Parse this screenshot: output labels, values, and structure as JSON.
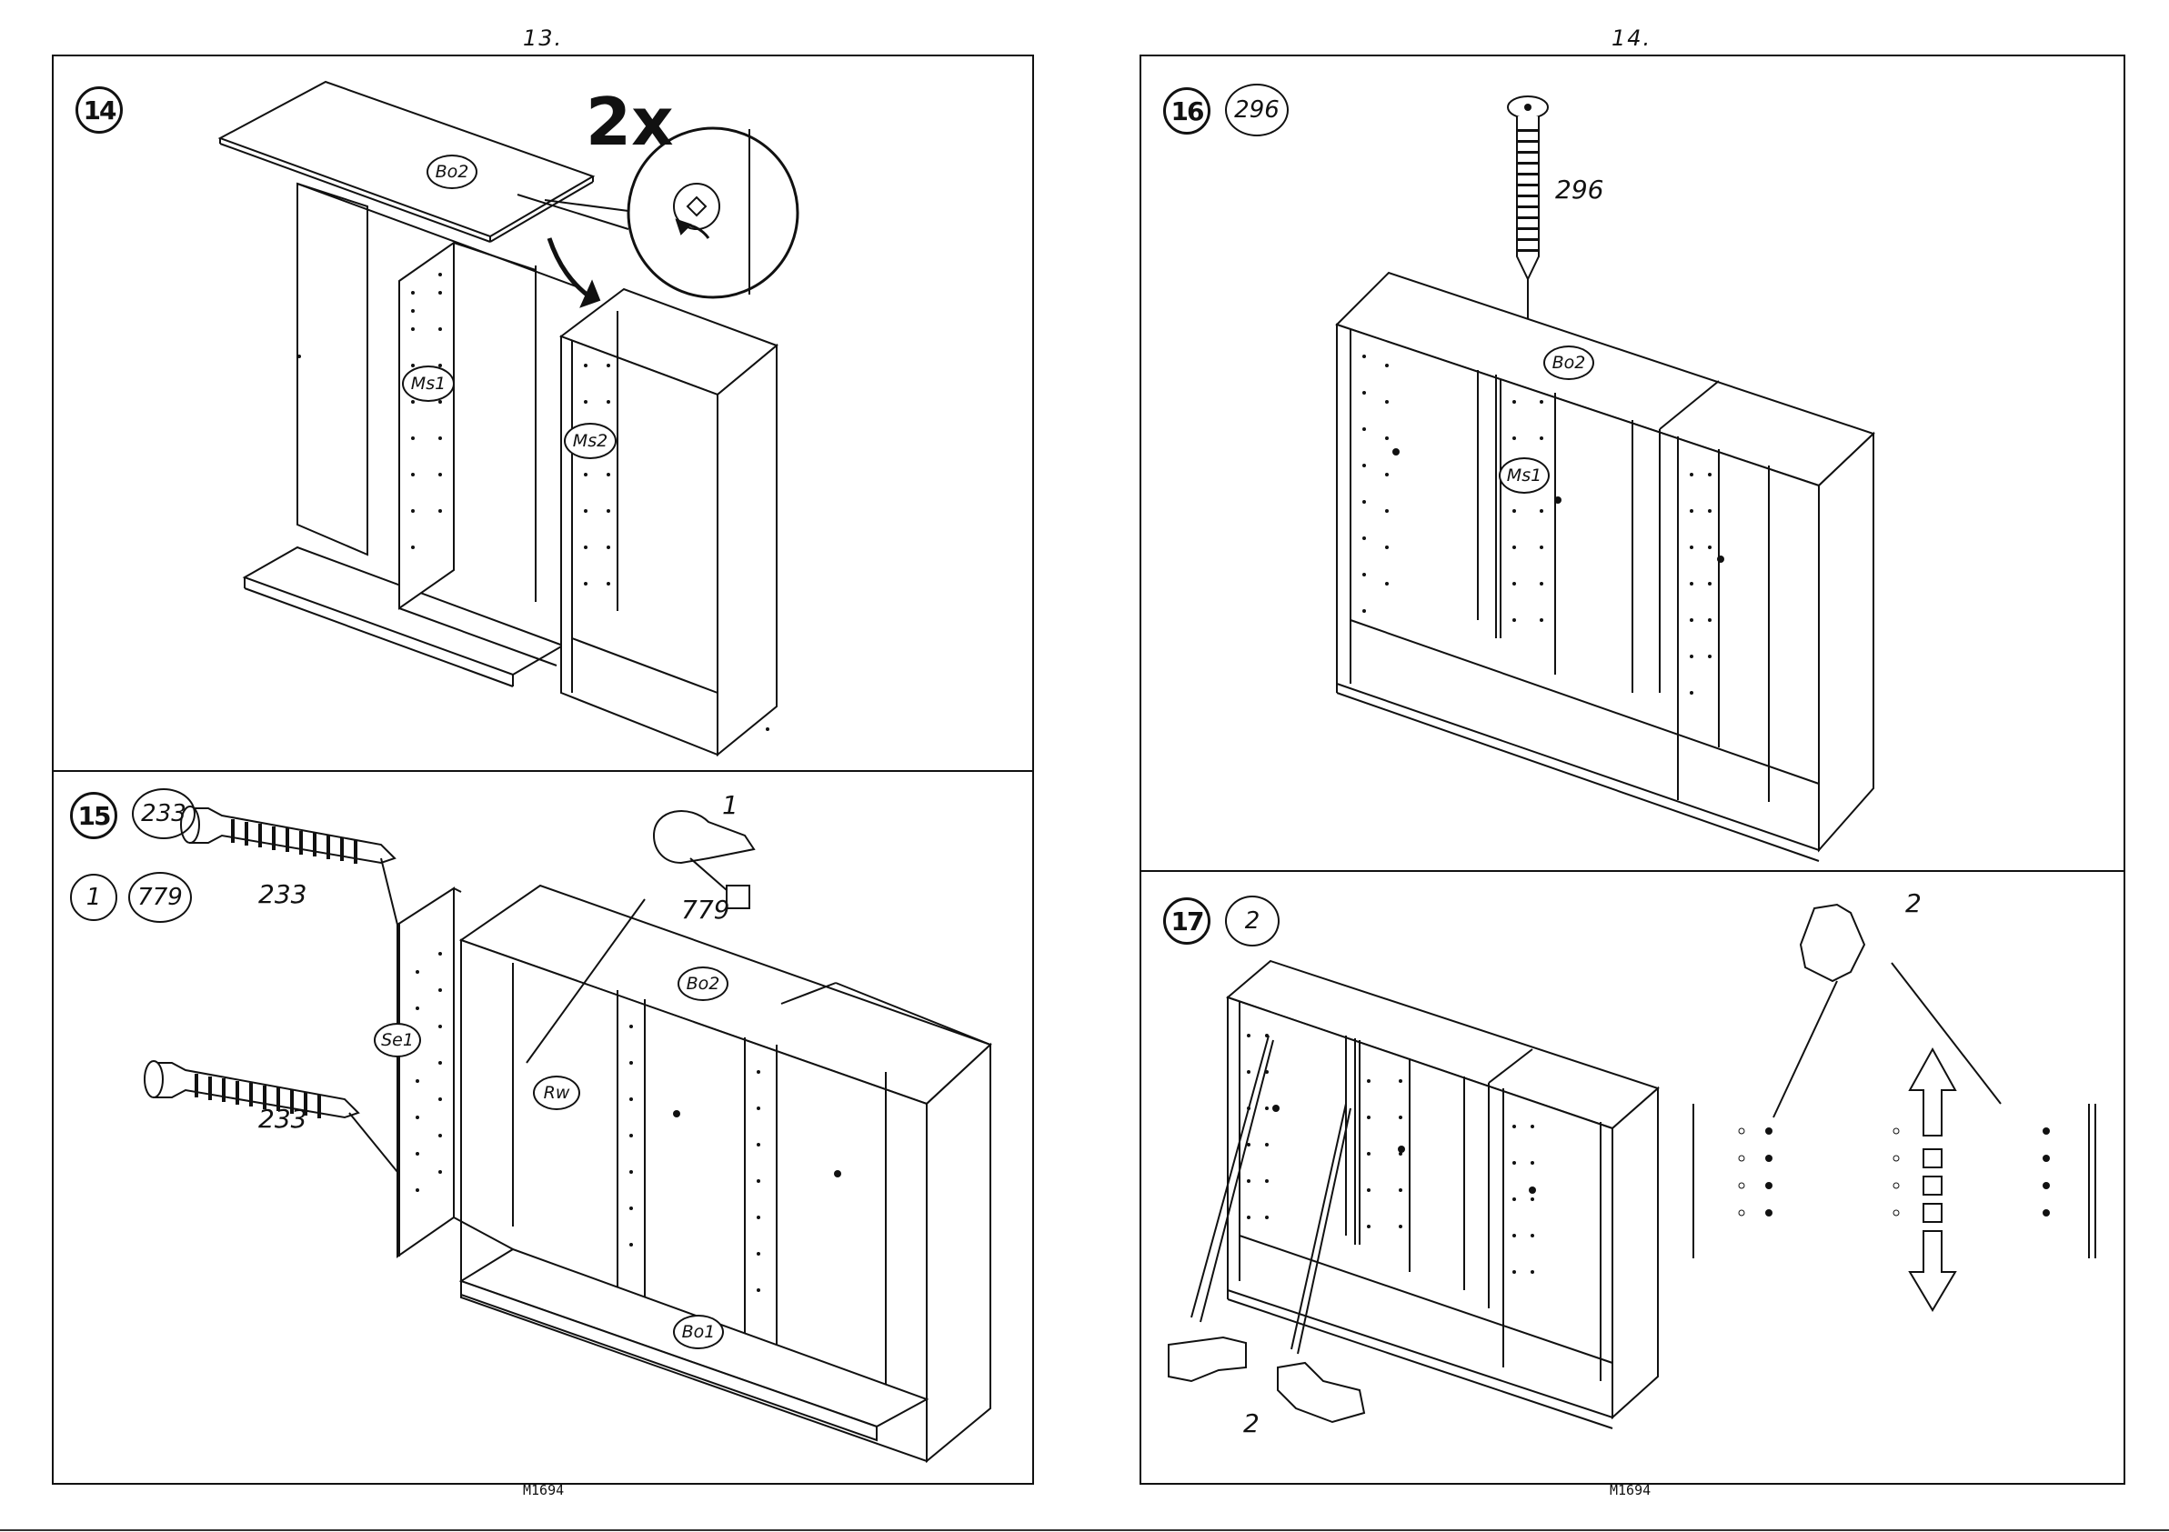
{
  "pages": [
    {
      "number": "13.",
      "footer": "M1694"
    },
    {
      "number": "14.",
      "footer": "M1694"
    }
  ],
  "steps": {
    "s14": {
      "number": "14",
      "multiplier": "2x",
      "parts": {
        "top": "Bo2",
        "mid_side": "Ms1",
        "mid_side2": "Ms2"
      }
    },
    "s15": {
      "number": "15",
      "qty_a": "233",
      "qty_b": "1",
      "qty_c": "779",
      "label_233_top": "233",
      "label_233_bottom": "233",
      "label_1": "1",
      "label_779": "779",
      "parts": {
        "side": "Se1",
        "back": "Rw",
        "top": "Bo2",
        "bottom": "Bo1"
      }
    },
    "s16": {
      "number": "16",
      "qty": "296",
      "label_296": "296",
      "parts": {
        "top": "Bo2",
        "mid_side": "Ms1"
      }
    },
    "s17": {
      "number": "17",
      "qty": "2",
      "label_2_top": "2",
      "label_2_bottom": "2"
    }
  },
  "icons": [
    "rotation-arrow-icon",
    "insert-arrow-icon",
    "screw-icon",
    "dowel-icon",
    "cam-lock-icon",
    "shelf-pin-icon",
    "up-down-arrow-icon"
  ]
}
